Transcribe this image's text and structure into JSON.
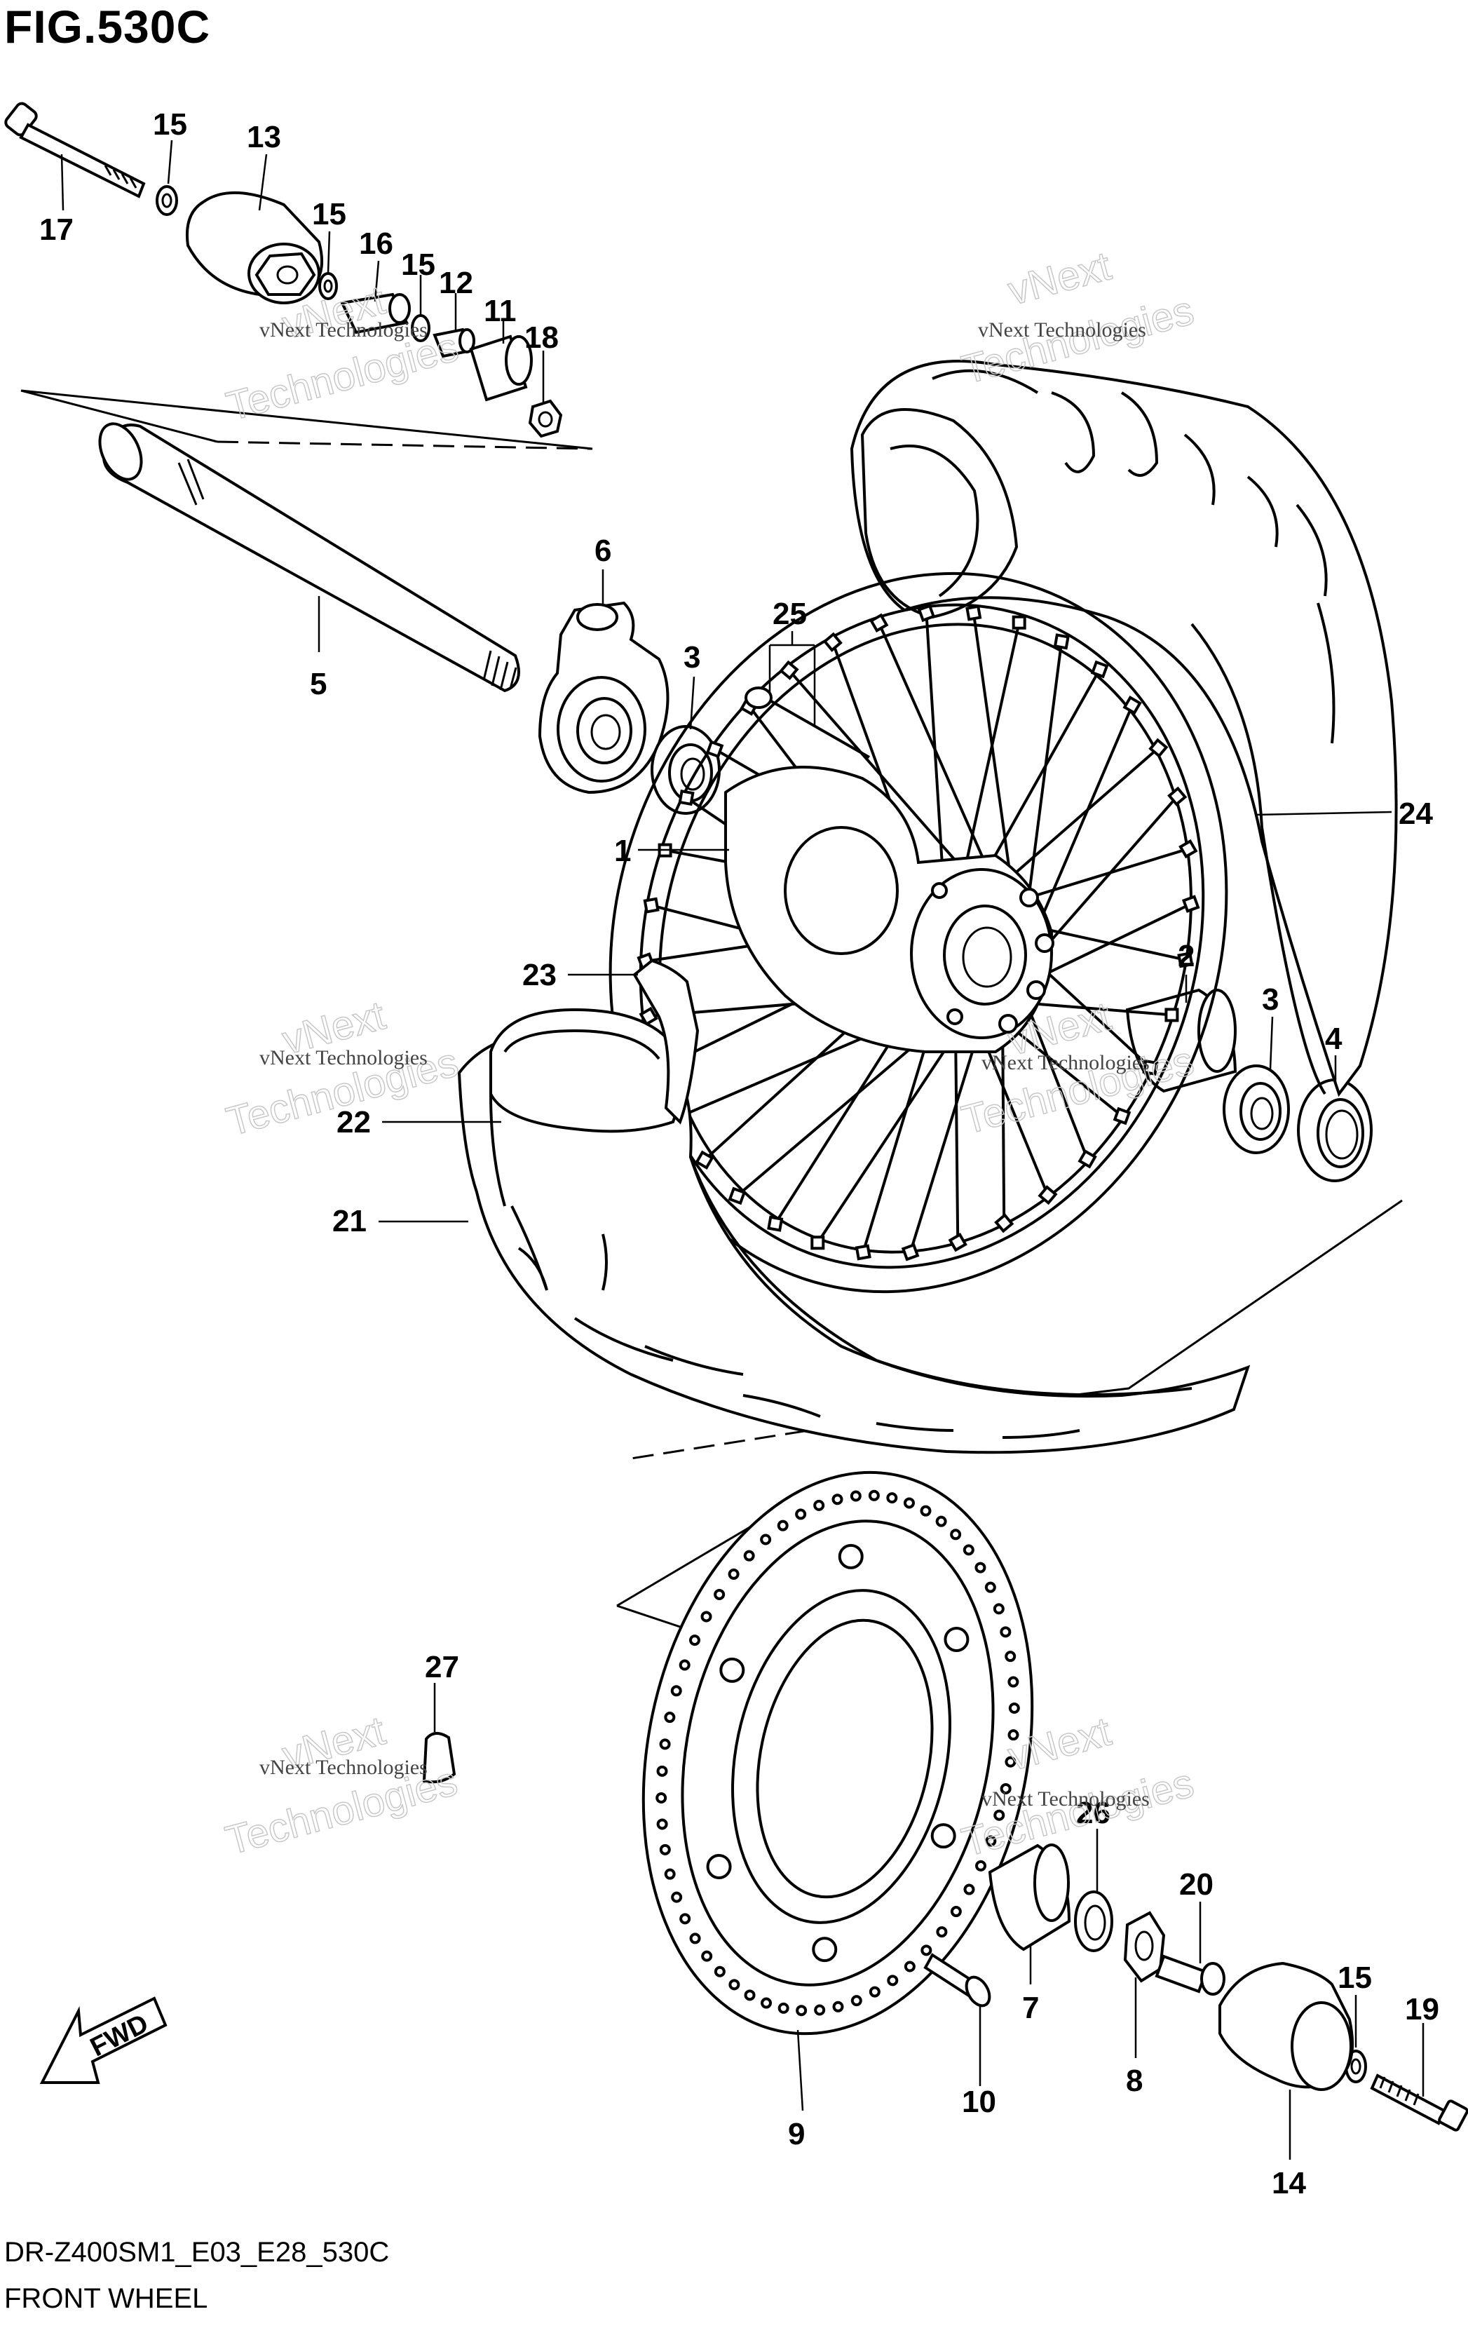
{
  "figure": {
    "title": "FIG.530C",
    "code": "DR-Z400SM1_E03_E28_530C",
    "name": "FRONT WHEEL"
  },
  "callouts": {
    "c1": "1",
    "c2": "2",
    "c3a": "3",
    "c3b": "3",
    "c4": "4",
    "c5": "5",
    "c6": "6",
    "c7": "7",
    "c8": "8",
    "c9": "9",
    "c10": "10",
    "c11": "11",
    "c12": "12",
    "c13": "13",
    "c14": "14",
    "c15a": "15",
    "c15b": "15",
    "c15c": "15",
    "c15d": "15",
    "c16": "16",
    "c17": "17",
    "c18": "18",
    "c19": "19",
    "c20": "20",
    "c21": "21",
    "c22": "22",
    "c23": "23",
    "c24": "24",
    "c25": "25",
    "c26": "26",
    "c27": "27"
  },
  "fwd_label": "FWD",
  "watermark": {
    "line1": "vNext Technologies",
    "line2": "Technologies",
    "line3": "vNext"
  },
  "colors": {
    "ink": "#000000",
    "paper": "#ffffff",
    "watermark": "#c8c8c8"
  }
}
